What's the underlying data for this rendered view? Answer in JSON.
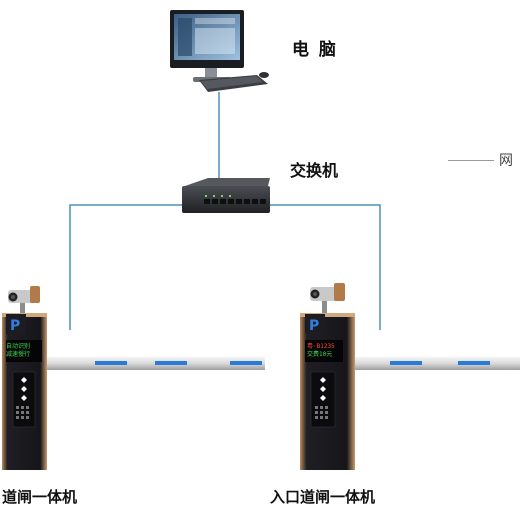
{
  "labels": {
    "computer": "电 脑",
    "switch": "交换机",
    "network_partial": "网",
    "left_device": "道闸一体机",
    "right_device": "入口道闸一体机"
  },
  "displays": {
    "left": {
      "line1": "自动识别",
      "line2": "减速慢行"
    },
    "right": {
      "line1": "粤·B1235",
      "line2": "交费10元"
    }
  },
  "colors": {
    "cable": "#4a90b8",
    "cabinet_body": "#1b1b20",
    "cabinet_trim": "#c79a6b",
    "arm_stripe": "#2a7bd6",
    "switch_body": "#2b2d30"
  }
}
